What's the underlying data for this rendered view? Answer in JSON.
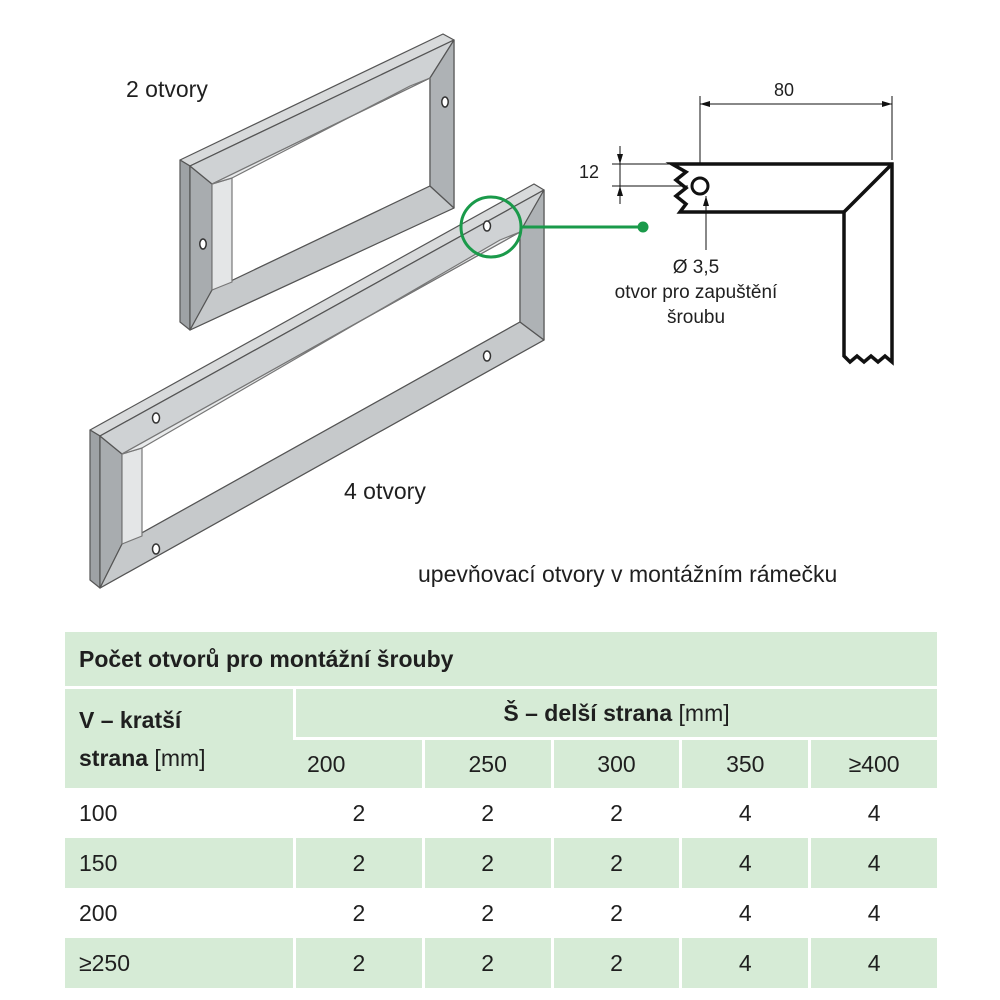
{
  "labels": {
    "two_holes": "2 otvory",
    "four_holes": "4 otvory",
    "caption": "upevňovací otvory v montážním rámečku",
    "dim_80": "80",
    "dim_12": "12",
    "hole_diameter": "Ø 3,5",
    "hole_desc_1": "otvor pro zapuštění",
    "hole_desc_2": "šroubu"
  },
  "table": {
    "title": "Počet otvorů pro montážní šrouby",
    "v_header_bold_1": "V – kratší",
    "v_header_bold_2": "strana",
    "v_header_unit": " [mm]",
    "s_header_bold": "Š – delší strana",
    "s_header_unit": " [mm]",
    "columns": [
      "200",
      "250",
      "300",
      "350",
      "≥400"
    ],
    "rows": [
      {
        "label": "100",
        "values": [
          "2",
          "2",
          "2",
          "4",
          "4"
        ]
      },
      {
        "label": "150",
        "values": [
          "2",
          "2",
          "2",
          "4",
          "4"
        ]
      },
      {
        "label": "200",
        "values": [
          "2",
          "2",
          "2",
          "4",
          "4"
        ]
      },
      {
        "label": "≥250",
        "values": [
          "2",
          "2",
          "2",
          "4",
          "4"
        ]
      }
    ]
  },
  "colors": {
    "table_green": "#d6ebd6",
    "callout_green": "#1a9a4a",
    "frame_face": "#b9bcbe"
  }
}
